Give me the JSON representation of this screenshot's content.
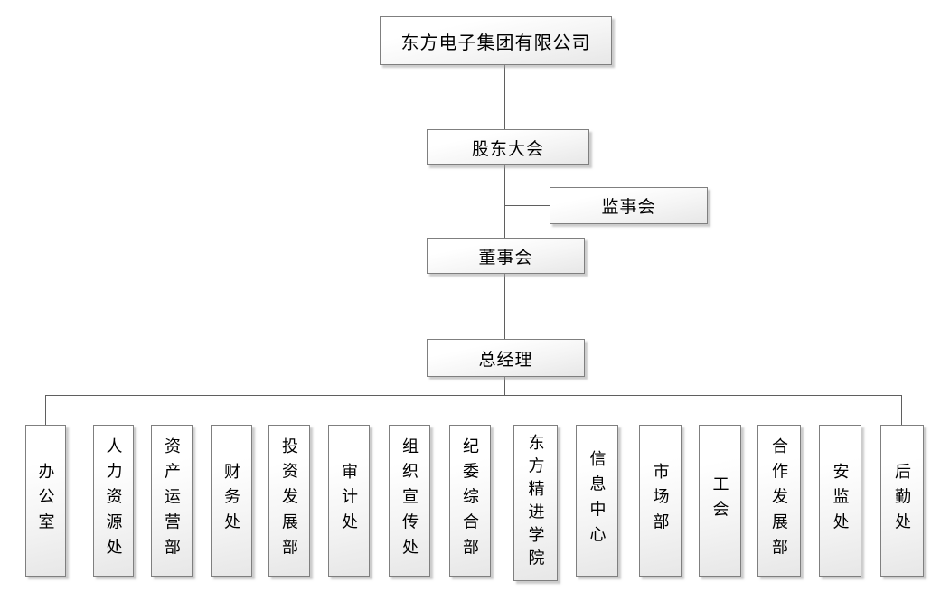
{
  "org_chart": {
    "root": "东方电子集团有限公司",
    "shareholders_meeting": "股东大会",
    "supervisory_board": "监事会",
    "board_of_directors": "董事会",
    "general_manager": "总经理",
    "departments": [
      "办公室",
      "人力资源处",
      "资产运营部",
      "财务处",
      "投资发展部",
      "审计处",
      "组织宣传处",
      "纪委综合部",
      "东方精进学院",
      "信息中心",
      "市场部",
      "工会",
      "合作发展部",
      "安监处",
      "后勤处"
    ]
  },
  "colors": {
    "background": "#ffffff",
    "box_border": "#7f7f7f",
    "box_fill_top": "#ffffff",
    "box_fill_bottom": "#e7e7e7",
    "connector": "#5f5f5f",
    "text": "#000000"
  }
}
